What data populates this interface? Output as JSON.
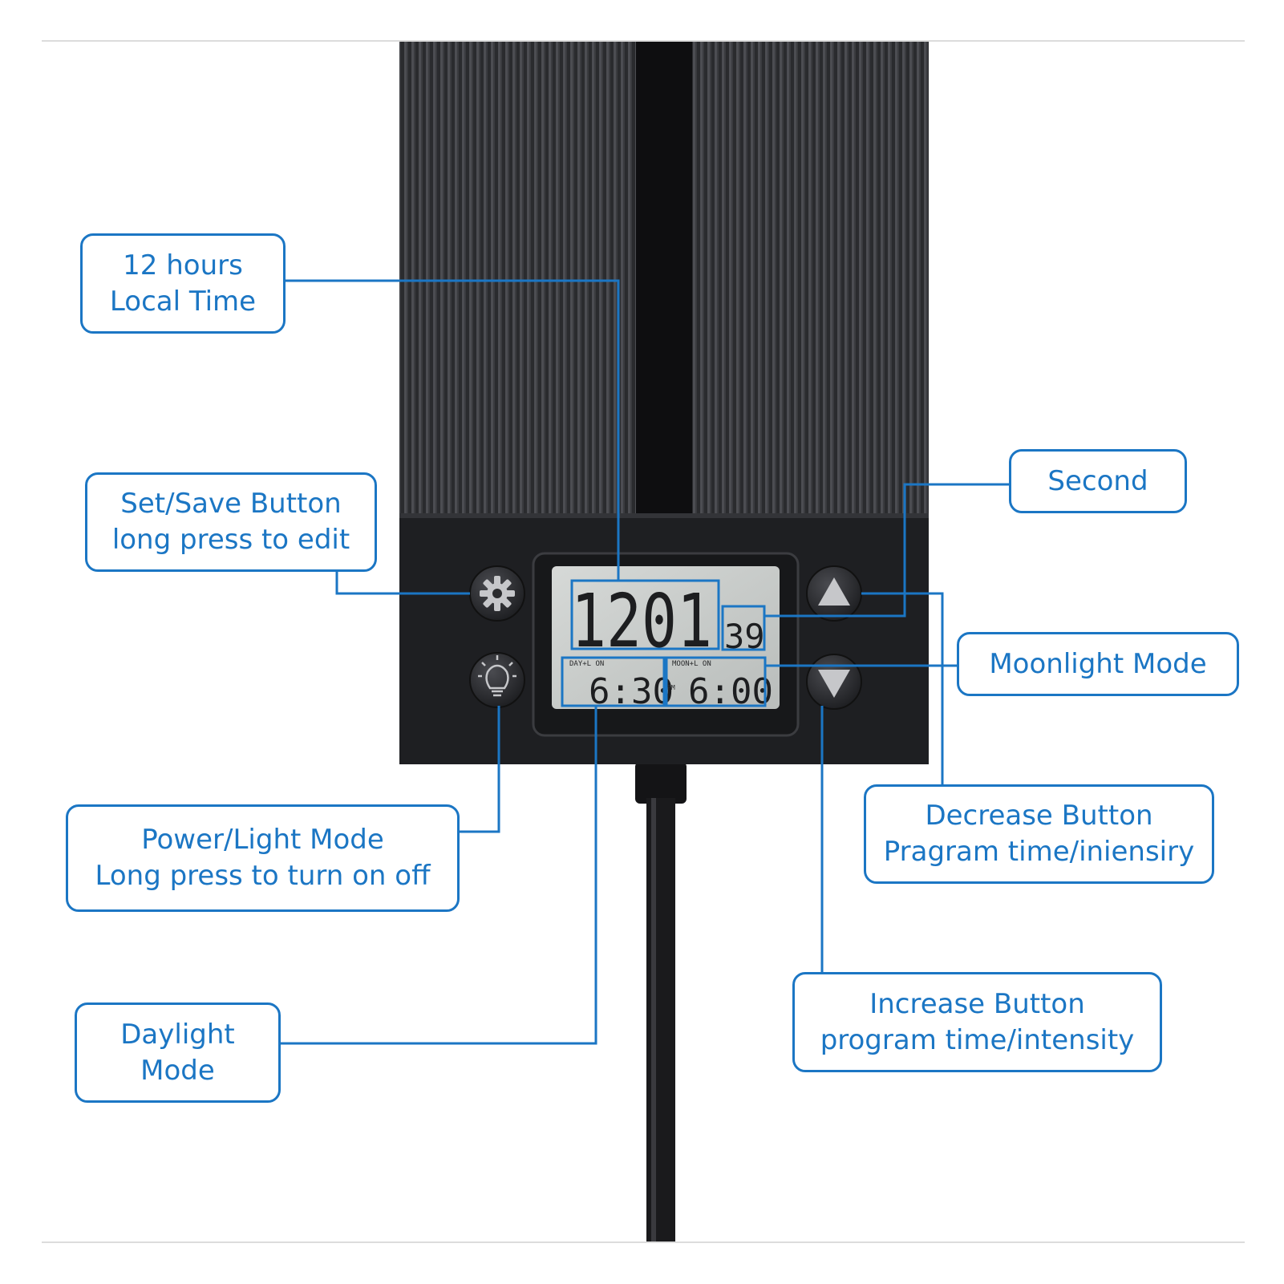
{
  "callouts": {
    "local_time": {
      "line1": "12 hours",
      "line2": "Local Time"
    },
    "set_save": {
      "line1": "Set/Save Button",
      "line2": "long press to edit"
    },
    "power_mode": {
      "line1": "Power/Light Mode",
      "line2": "Long press to turn on off"
    },
    "daylight": {
      "line1": "Daylight",
      "line2": "Mode"
    },
    "second": {
      "line1": "Second"
    },
    "moonlight": {
      "line1": "Moonlight Mode"
    },
    "decrease": {
      "line1": "Decrease Button",
      "line2": "Pragram time/iniensiry"
    },
    "increase": {
      "line1": "Increase Button",
      "line2": "program time/intensity"
    }
  },
  "lcd": {
    "main_time": "1201",
    "seconds": "39",
    "day_label": "DAY+L ON",
    "day_time": "6:30",
    "moon_label": "MOON+L ON",
    "moon_time": "6:00",
    "pm_marker": "PM"
  },
  "icons": {
    "set": "gear-icon",
    "power": "lightbulb-icon",
    "up": "triangle-up-icon",
    "down": "triangle-down-icon"
  },
  "colors": {
    "accent": "#1b76c4",
    "device": "#1e1f22",
    "lcd": "#c9ccca"
  }
}
